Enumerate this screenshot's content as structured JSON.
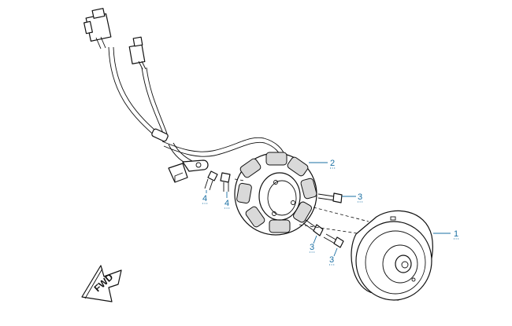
{
  "callouts": [
    {
      "id": "flywheel",
      "label": "1"
    },
    {
      "id": "stator",
      "label": "2"
    },
    {
      "id": "bolt-upper",
      "label": "3"
    },
    {
      "id": "bolt-lower-a",
      "label": "3"
    },
    {
      "id": "bolt-lower-b",
      "label": "3"
    },
    {
      "id": "pickup-bolt-a",
      "label": "4"
    },
    {
      "id": "pickup-bolt-b",
      "label": "4"
    }
  ],
  "fwd_arrow": {
    "text": "FWD"
  },
  "colors": {
    "callout": "#1a6fa3",
    "linework": "#111111"
  }
}
